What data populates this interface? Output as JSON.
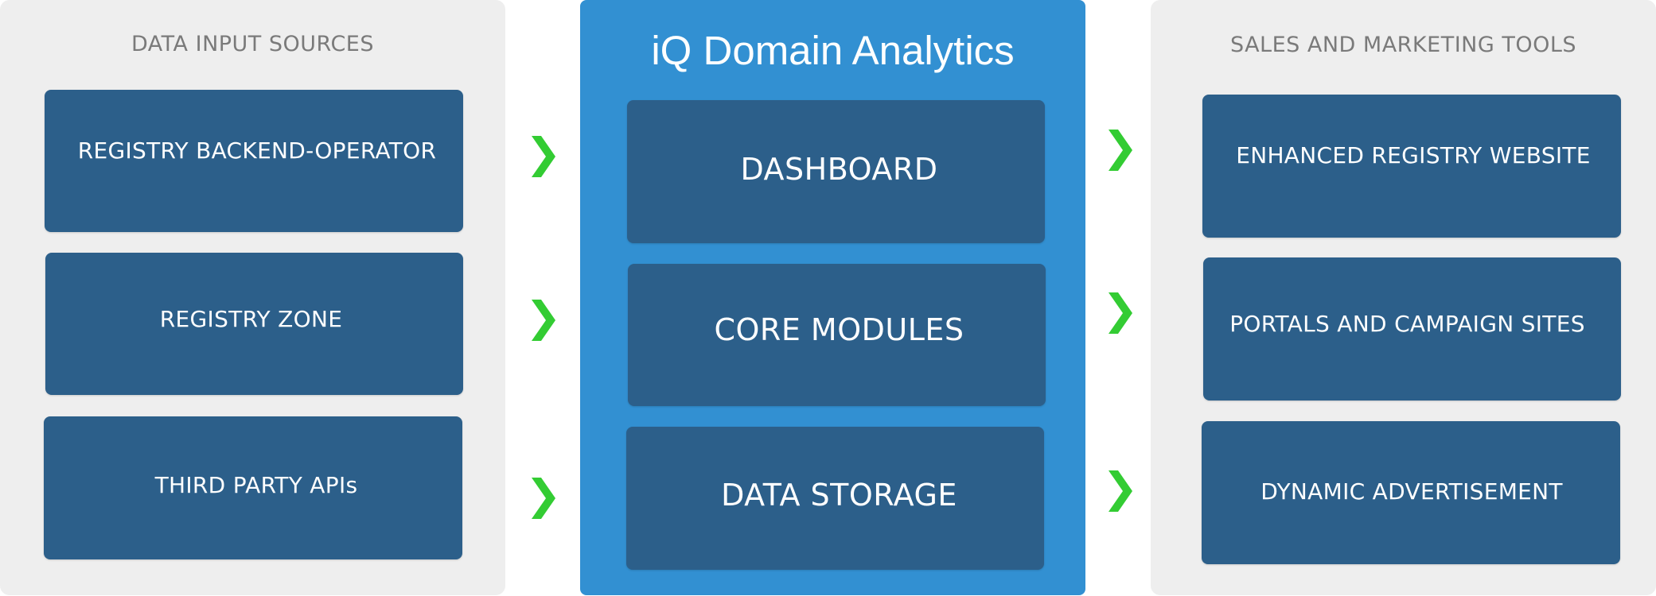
{
  "left_panel": {
    "title": "DATA INPUT SOURCES",
    "items": [
      {
        "label": "REGISTRY BACKEND-OPERATOR"
      },
      {
        "label": "REGISTRY ZONE"
      },
      {
        "label": "THIRD PARTY APIs"
      }
    ]
  },
  "center_panel": {
    "title": "iQ Domain Analytics",
    "items": [
      {
        "label": "DASHBOARD"
      },
      {
        "label": "CORE MODULES"
      },
      {
        "label": "DATA STORAGE"
      }
    ]
  },
  "right_panel": {
    "title": "SALES AND MARKETING TOOLS",
    "items": [
      {
        "label": "ENHANCED REGISTRY WEBSITE"
      },
      {
        "label": "PORTALS AND CAMPAIGN SITES"
      },
      {
        "label": "DYNAMIC ADVERTISEMENT"
      }
    ]
  },
  "colors": {
    "side_panel_bg": "#eeeeee",
    "center_panel_bg": "#3290d2",
    "box_bg": "#2c5f8a",
    "arrow": "#33cc33",
    "side_title": "#7a7a7a"
  },
  "arrow_icon": "chevron-right-icon"
}
